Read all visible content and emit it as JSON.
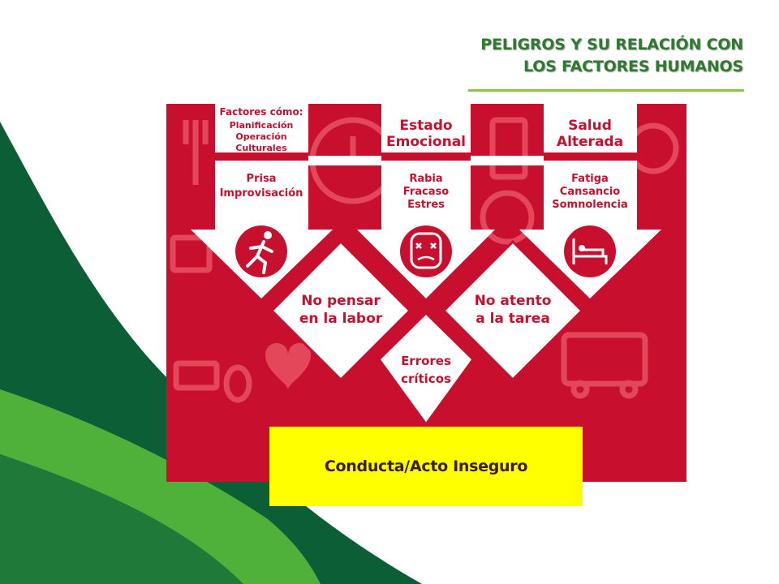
{
  "slide": {
    "title_line1": "PELIGROS Y SU RELACIÓN CON",
    "title_line2": "LOS FACTORES HUMANOS",
    "colors": {
      "title": "#2f7a30",
      "accent_rule": "#8cc63f",
      "panel_red": "#c8102e",
      "diagram_white": "#ffffff",
      "yellow_box": "#ffff00",
      "green_dark": "#0b5e35",
      "green_light": "#4fb03a"
    }
  },
  "diagram": {
    "columns": [
      {
        "header": [
          "Factores cómo:",
          "Planificación",
          "Operación",
          "Culturales"
        ],
        "causes": [
          "Prisa",
          "Improvisación"
        ],
        "icon": "running-person-icon"
      },
      {
        "header": [
          "Estado",
          "Emocional"
        ],
        "causes": [
          "Rabia",
          "Fracaso",
          "Estres"
        ],
        "icon": "stressed-face-icon"
      },
      {
        "header": [
          "Salud",
          "Alterada"
        ],
        "causes": [
          "Fatiga",
          "Cansancio",
          "Somnolencia"
        ],
        "icon": "bed-icon"
      }
    ],
    "results": {
      "left": [
        "No pensar",
        "en la labor"
      ],
      "right": [
        "No atento",
        "a la tarea"
      ],
      "center": [
        "Errores",
        "críticos"
      ]
    },
    "outcome": "Conducta/Acto Inseguro"
  }
}
